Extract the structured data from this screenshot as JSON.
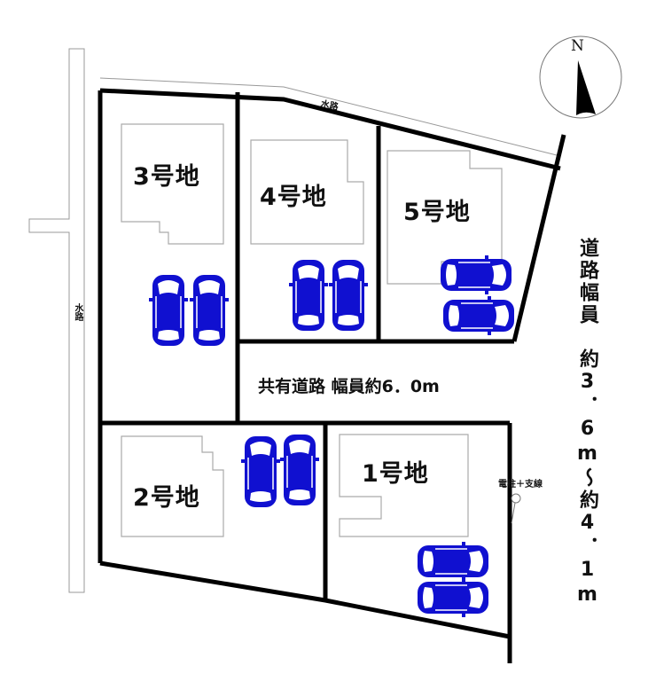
{
  "lots": [
    {
      "label": "1号地"
    },
    {
      "label": "2号地"
    },
    {
      "label": "3号地"
    },
    {
      "label": "4号地"
    },
    {
      "label": "5号地"
    }
  ],
  "shared_road": {
    "label": "共有道路 幅員約6．0m"
  },
  "front_road": {
    "label": "道路幅員　約3．6m～約4．1m"
  },
  "waterway_left": {
    "label": "水路"
  },
  "waterway_top": {
    "label": "水路"
  },
  "utility_pole": {
    "label": "電柱＋支線"
  },
  "compass": {
    "label": "N",
    "icon": "north-arrow-icon"
  },
  "colors": {
    "car": "#1010d0",
    "boundary": "#000000",
    "house_outline": "#aaaaaa",
    "waterway": "#999999"
  }
}
